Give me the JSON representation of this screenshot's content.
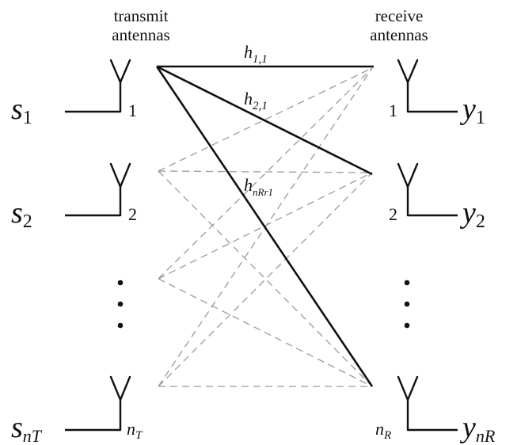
{
  "tx_header": [
    "transmit",
    "antennas"
  ],
  "rx_header": [
    "receive",
    "antennas"
  ],
  "tx_antennas": [
    {
      "signal": "s",
      "signal_sub": "1",
      "number": "1",
      "number_sub": ""
    },
    {
      "signal": "s",
      "signal_sub": "2",
      "number": "2",
      "number_sub": ""
    },
    {
      "signal": "s",
      "signal_sub": "nT",
      "number": "n",
      "number_sub": "T"
    }
  ],
  "rx_antennas": [
    {
      "signal": "y",
      "signal_sub": "1",
      "number": "1",
      "number_sub": ""
    },
    {
      "signal": "y",
      "signal_sub": "2",
      "number": "2",
      "number_sub": ""
    },
    {
      "signal": "y",
      "signal_sub": "nR",
      "number": "n",
      "number_sub": "R"
    }
  ],
  "channel_labels": [
    {
      "main": "h",
      "sub": "1,1"
    },
    {
      "main": "h",
      "sub": "2,1"
    },
    {
      "main": "h",
      "sub": "nRr1"
    }
  ],
  "ellipsis": "⋮",
  "colors": {
    "ink": "#111111",
    "dashed": "#9a9a9a"
  }
}
